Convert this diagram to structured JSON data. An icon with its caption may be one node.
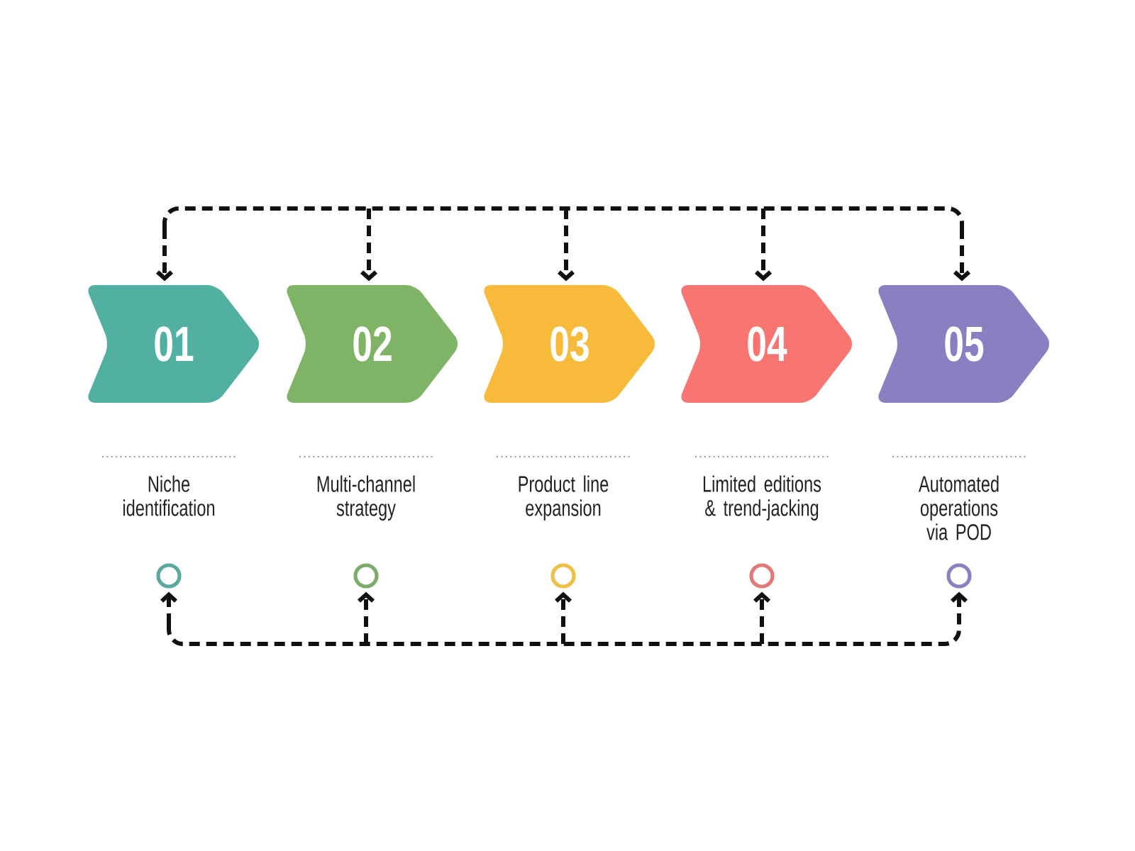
{
  "diagram": {
    "nodes": [
      {
        "text": [
          "01"
        ]
      },
      {
        "text": [
          "02"
        ]
      },
      {
        "text": [
          "03"
        ]
      },
      {
        "text": [
          "04"
        ]
      },
      {
        "text": [
          "05"
        ]
      },
      {
        "text": [],
        "shape": "circle"
      },
      {
        "text": [],
        "shape": "circle"
      },
      {
        "text": [],
        "shape": "circle"
      },
      {
        "text": [],
        "shape": "circle"
      },
      {
        "text": [],
        "shape": "circle"
      }
    ],
    "edges": [
      {
        "from": null,
        "to": 0,
        "arrow": "to",
        "style": "dashed"
      },
      {
        "from": null,
        "to": 1,
        "arrow": "to",
        "style": "dashed"
      },
      {
        "from": null,
        "to": 2,
        "arrow": "to",
        "style": "dashed"
      },
      {
        "from": null,
        "to": 3,
        "arrow": "to",
        "style": "dashed"
      },
      {
        "from": null,
        "to": 4,
        "arrow": "to",
        "style": "dashed"
      },
      {
        "from": null,
        "to": 5,
        "arrow": "to",
        "style": "dashed"
      },
      {
        "from": null,
        "to": 6,
        "arrow": "to",
        "style": "dashed"
      },
      {
        "from": null,
        "to": 7,
        "arrow": "to",
        "style": "dashed"
      },
      {
        "from": null,
        "to": 8,
        "arrow": "to",
        "style": "dashed"
      },
      {
        "from": null,
        "to": 9,
        "arrow": "to",
        "style": "dashed"
      }
    ],
    "labels": [
      "Niche identification",
      "Multi-channel strategy",
      "Product line expansion",
      "Limited editions & trend-jacking",
      "Automated operations via POD"
    ]
  }
}
